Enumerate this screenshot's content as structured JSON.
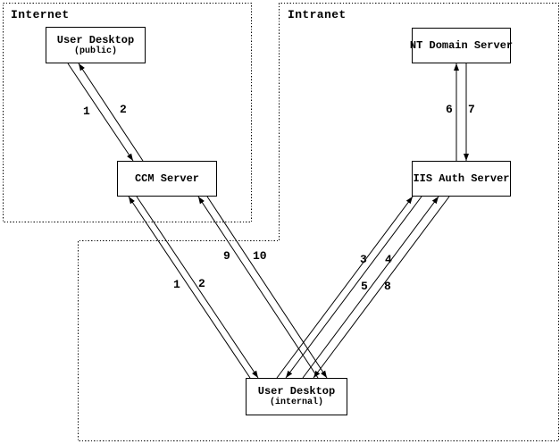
{
  "regions": {
    "internet": {
      "label": "Internet"
    },
    "intranet": {
      "label": "Intranet"
    }
  },
  "nodes": {
    "user_desktop_public": {
      "label": "User Desktop",
      "sublabel": "(public)"
    },
    "ccm_server": {
      "label": "CCM Server"
    },
    "nt_domain_server": {
      "label": "NT Domain Server"
    },
    "iis_auth_server": {
      "label": "IIS Auth Server"
    },
    "user_desktop_internal": {
      "label": "User Desktop",
      "sublabel": "(internal)"
    }
  },
  "arrows": {
    "internet_1": {
      "label": "1",
      "from": "User Desktop (public)",
      "to": "CCM Server"
    },
    "internet_2": {
      "label": "2",
      "from": "CCM Server",
      "to": "User Desktop (public)"
    },
    "intranet_6": {
      "label": "6",
      "from": "IIS Auth Server",
      "to": "NT Domain Server"
    },
    "intranet_7": {
      "label": "7",
      "from": "NT Domain Server",
      "to": "IIS Auth Server"
    },
    "internal_1": {
      "label": "1",
      "from": "User Desktop (internal)",
      "to": "CCM Server"
    },
    "internal_2": {
      "label": "2",
      "from": "CCM Server",
      "to": "User Desktop (internal)"
    },
    "internal_9": {
      "label": "9",
      "from": "User Desktop (internal)",
      "to": "CCM Server"
    },
    "internal_10": {
      "label": "10",
      "from": "CCM Server",
      "to": "User Desktop (internal)"
    },
    "internal_3": {
      "label": "3",
      "from": "User Desktop (internal)",
      "to": "IIS Auth Server"
    },
    "internal_4": {
      "label": "4",
      "from": "IIS Auth Server",
      "to": "User Desktop (internal)"
    },
    "internal_5": {
      "label": "5",
      "from": "User Desktop (internal)",
      "to": "IIS Auth Server"
    },
    "internal_8": {
      "label": "8",
      "from": "IIS Auth Server",
      "to": "User Desktop (internal)"
    }
  },
  "colors": {
    "line": "#000000",
    "background": "#ffffff",
    "text": "#000000"
  }
}
